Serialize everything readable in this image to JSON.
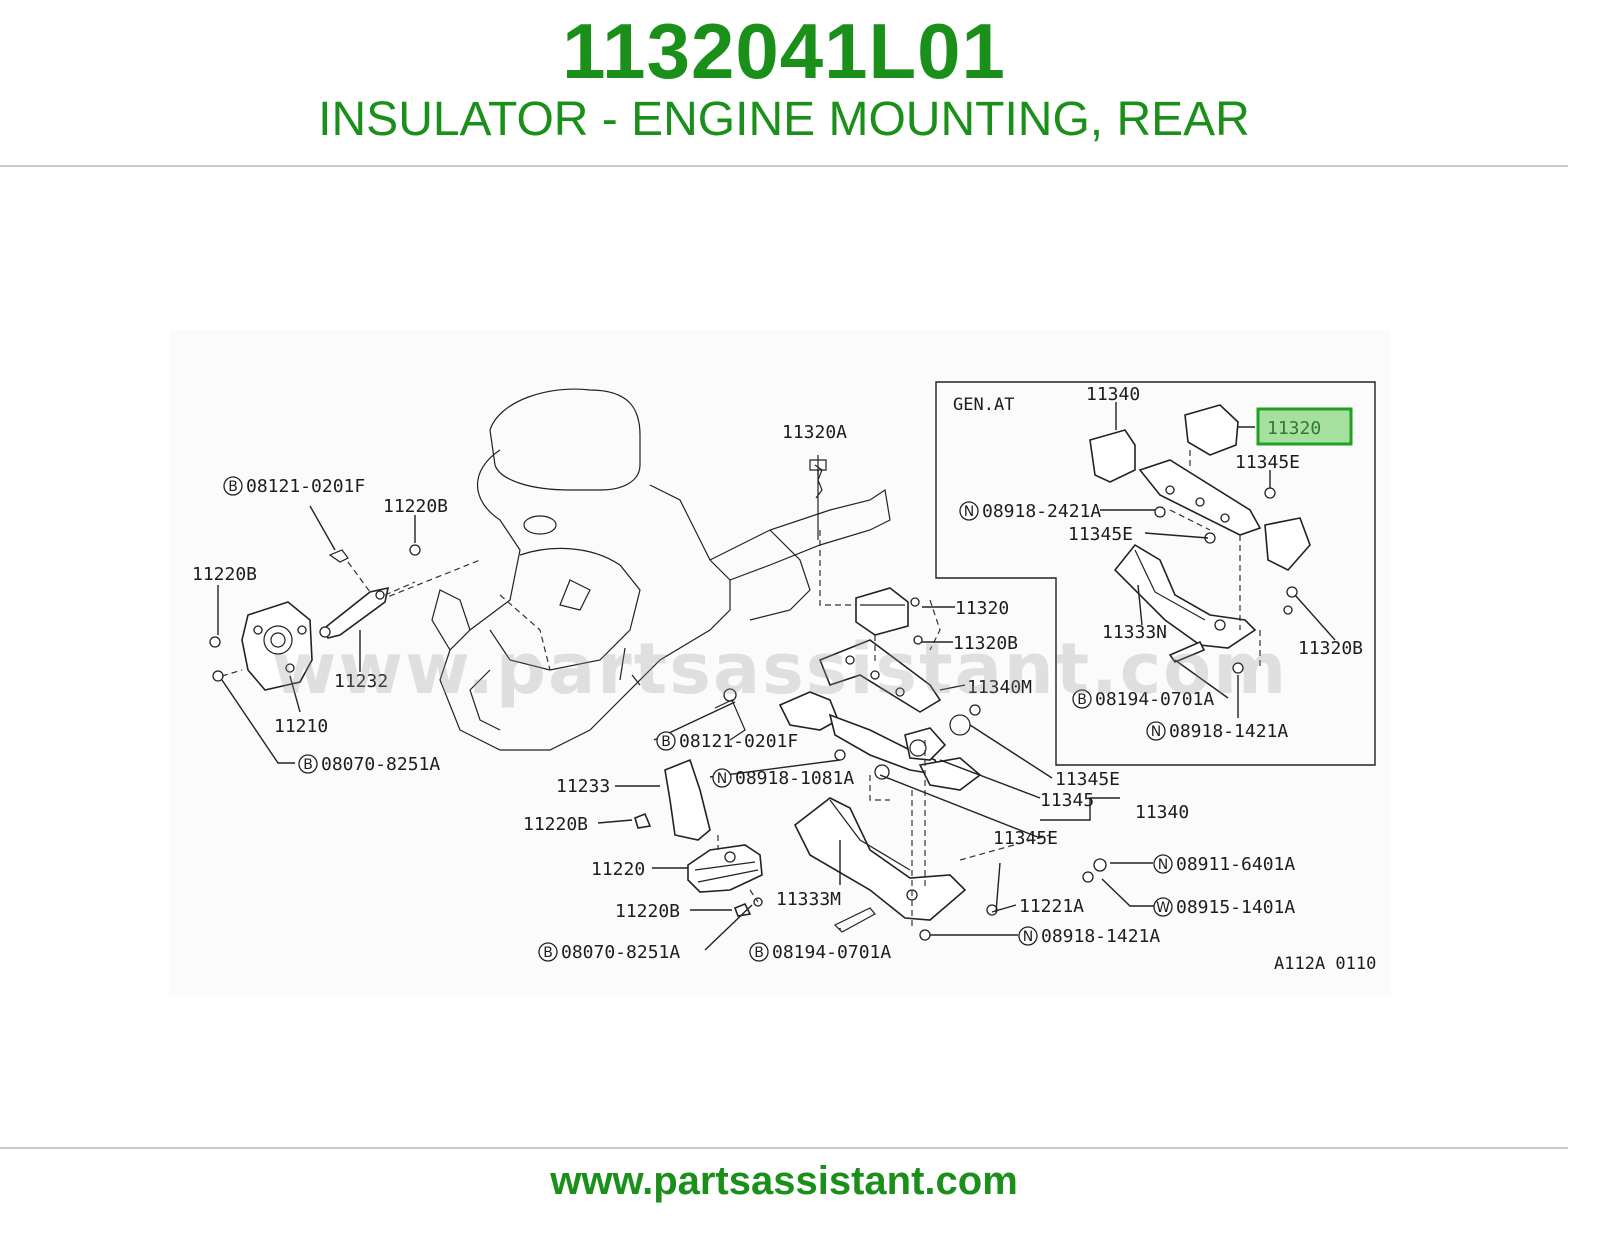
{
  "header": {
    "part_number": "1132041L01",
    "part_title": "INSULATOR - ENGINE MOUNTING, REAR"
  },
  "diagram": {
    "watermark": "www.partsassistant.com",
    "inset_label": "GEN.AT",
    "code": "A112A 0110",
    "highlight_color": "#22a022",
    "labels": {
      "l11320A": "11320A",
      "l08121_0201F_a": "08121-0201F",
      "l11220B_a": "11220B",
      "l11220B_b": "11220B",
      "l11232": "11232",
      "l11210": "11210",
      "l08070_8251A_a": "08070-8251A",
      "l11320_main": "11320",
      "l11320B_main": "11320B",
      "l11340M": "11340M",
      "l08121_0201F_b": "08121-0201F",
      "l08918_1081A": "08918-1081A",
      "l11233": "11233",
      "l11220B_c": "11220B",
      "l11220": "11220",
      "l11220B_d": "11220B",
      "l08070_8251A_b": "08070-8251A",
      "l08194_0701A_a": "08194-0701A",
      "l11333M": "11333M",
      "l11345E_a": "11345E",
      "l11345": "11345",
      "l11340_main": "11340",
      "l11345E_b": "11345E",
      "l08911_6401A": "08911-6401A",
      "l11221A": "11221A",
      "l08915_1401A": "08915-1401A",
      "l08918_1421A_a": "08918-1421A",
      "l11340_inset": "11340",
      "l11320_inset": "11320",
      "l11345E_c": "11345E",
      "l08918_2421A": "08918-2421A",
      "l11345E_d": "11345E",
      "l11333N": "11333N",
      "l11320B_inset": "11320B",
      "l08194_0701A_b": "08194-0701A",
      "l08918_1421A_b": "08918-1421A"
    },
    "circle_letters": {
      "B": "B",
      "N": "N",
      "W": "W"
    }
  },
  "footer": {
    "url": "www.partsassistant.com"
  }
}
